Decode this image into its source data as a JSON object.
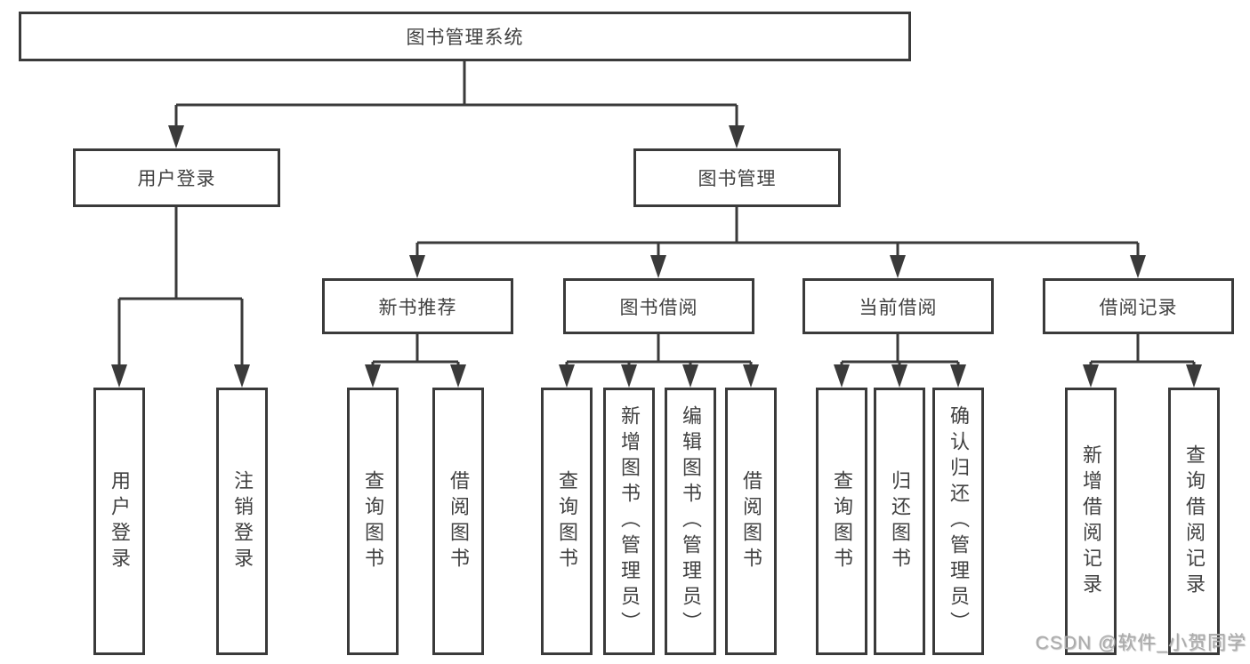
{
  "diagram": {
    "root": {
      "label": "图书管理系统"
    },
    "branches": [
      {
        "label": "用户登录",
        "children": [
          {
            "label": "用户登录"
          },
          {
            "label": "注销登录"
          }
        ]
      },
      {
        "label": "图书管理",
        "children": [
          {
            "label": "新书推荐",
            "children": [
              {
                "label": "查询图书"
              },
              {
                "label": "借阅图书"
              }
            ]
          },
          {
            "label": "图书借阅",
            "children": [
              {
                "label": "查询图书"
              },
              {
                "label": "新增图书（管理员）"
              },
              {
                "label": "编辑图书（管理员）"
              },
              {
                "label": "借阅图书"
              }
            ]
          },
          {
            "label": "当前借阅",
            "children": [
              {
                "label": "查询图书"
              },
              {
                "label": "归还图书"
              },
              {
                "label": "确认归还（管理员）"
              }
            ]
          },
          {
            "label": "借阅记录",
            "children": [
              {
                "label": "新增借阅记录"
              },
              {
                "label": "查询借阅记录"
              }
            ]
          }
        ]
      }
    ]
  },
  "watermark": {
    "text": "CSDN @软件_小贺同学"
  },
  "colors": {
    "line": "#3a3a3a",
    "text": "#414141",
    "watermark": "#ababab"
  }
}
